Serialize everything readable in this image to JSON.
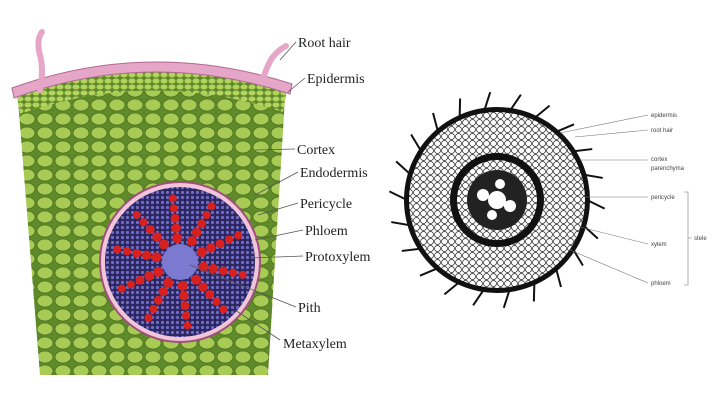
{
  "left_diagram": {
    "labels": [
      "Root hair",
      "Epidermis",
      "Cortex",
      "Endodermis",
      "Pericycle",
      "Phloem",
      "Protoxylem",
      "Pith",
      "Metaxylem"
    ],
    "colors": {
      "cortex": "#9dc24a",
      "epidermis": "#e6a6c8",
      "xylem": "#d8201e",
      "phloem": "#4b3a8f",
      "pith": "#7b7ad0"
    }
  },
  "right_diagram": {
    "labels": {
      "epidermis": "epidermis",
      "root_hair": "root hair",
      "cortex1": "cortex",
      "cortex2": "parenchyma",
      "pericycle": "pericycle",
      "xylem": "xylem",
      "phloem": "phloem",
      "stele": "stele"
    }
  }
}
